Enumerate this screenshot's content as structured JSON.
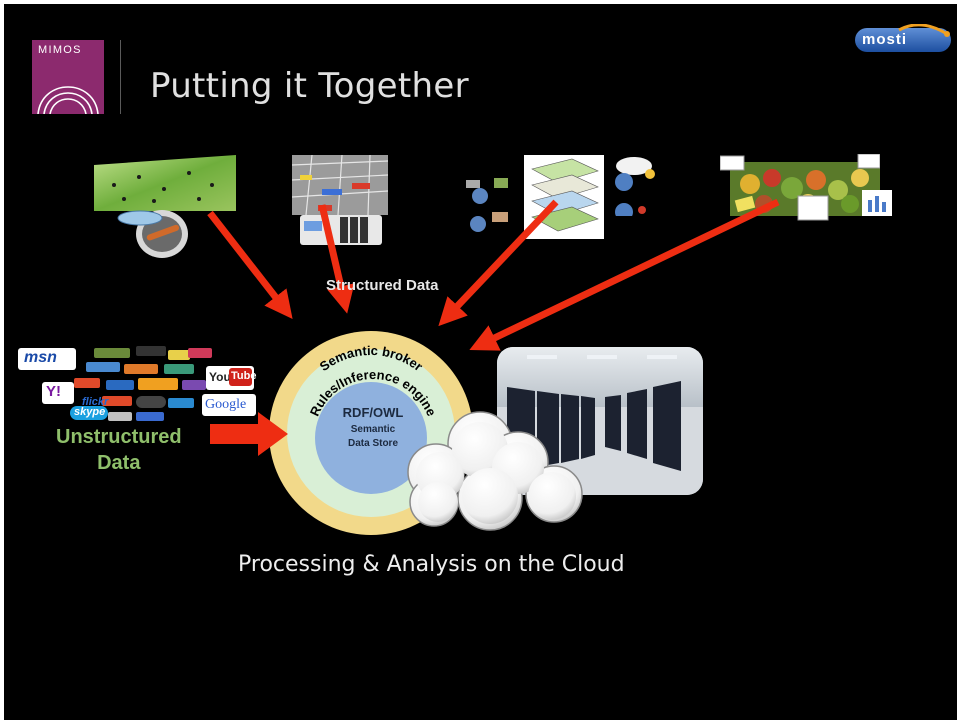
{
  "slide": {
    "title": "Putting it Together",
    "caption": "Processing & Analysis on the Cloud"
  },
  "logos": {
    "left": "MIMOS",
    "right": "mosti"
  },
  "labels": {
    "structured": "Structured Data",
    "unstructured_line1": "Unstructured",
    "unstructured_line2": "Data"
  },
  "broker": {
    "outer": "Semantic broker",
    "middle": "Rules/Inference engine",
    "inner_line1": "RDF/OWL",
    "inner_line2": "Semantic",
    "inner_line3": "Data Store"
  },
  "web_logos": {
    "msn": "msn",
    "youtube_you": "You",
    "youtube_tube": "Tube",
    "google": "Google",
    "yahoo": "Y!",
    "skype": "skype",
    "flickr": "flickr"
  },
  "colors": {
    "background": "#000000",
    "arrow": "#ee2d12",
    "outer_ring": "#f2d98a",
    "middle_ring": "#d9efd6",
    "inner_circle": "#8fb1de",
    "unstructured_text": "#8fbf6b",
    "mimos_brand": "#8c2a6e"
  },
  "icons": [
    "globe-map-icon",
    "city-map-icon",
    "layered-map-icon",
    "produce-icon",
    "server-room-icon",
    "cloud-icon"
  ]
}
